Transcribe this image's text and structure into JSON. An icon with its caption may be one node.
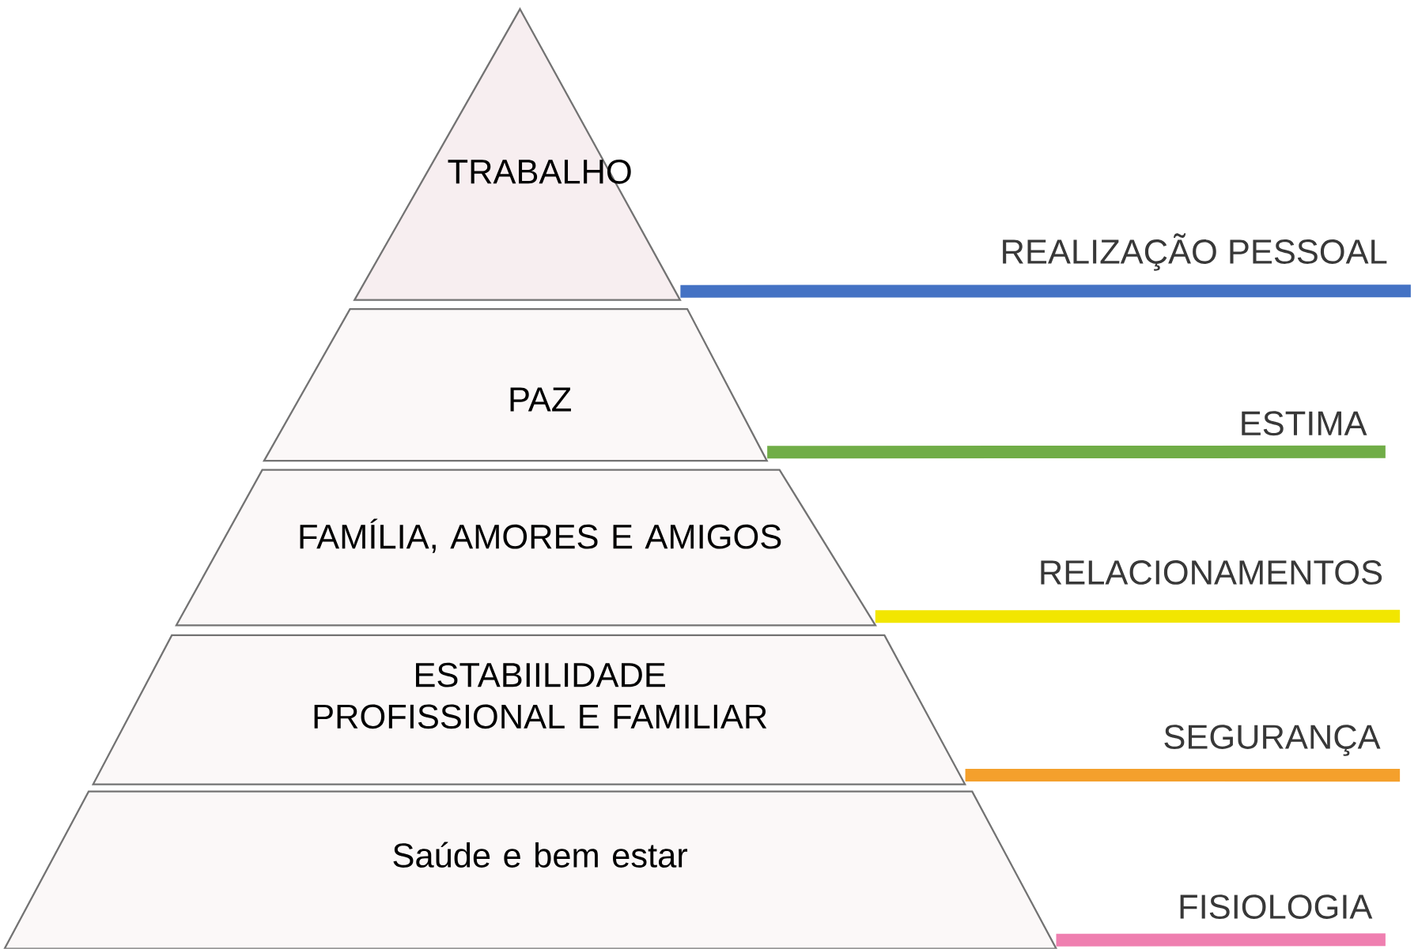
{
  "diagram": {
    "nodes": [
      {
        "text": [
          "TRABALHO"
        ]
      },
      {
        "text": [
          "PAZ"
        ]
      },
      {
        "text": [
          "FAMÍLIA, AMORES E AMIGOS"
        ]
      },
      {
        "text": [
          "ESTABIILIDADE PROFISSIONAL E FAMILIAR"
        ]
      },
      {
        "text": [
          "Saúde e bem estar"
        ]
      },
      {
        "text": [
          "REALIZAÇÃO PESSOAL"
        ]
      },
      {
        "text": [
          "ESTIMA"
        ]
      },
      {
        "text": [
          "RELACIONAMENTOS"
        ]
      },
      {
        "text": [
          "SEGURANÇA"
        ]
      },
      {
        "text": [
          "FISIOLOGIA"
        ]
      }
    ],
    "edges": [
      {
        "from": 0,
        "to": 5,
        "arrow": "none",
        "color": "#4472c4"
      },
      {
        "from": 1,
        "to": 6,
        "arrow": "none",
        "color": "#70ad47"
      },
      {
        "from": 2,
        "to": 7,
        "arrow": "none",
        "color": "#f2e600"
      },
      {
        "from": 3,
        "to": 8,
        "arrow": "none",
        "color": "#f4a02c"
      },
      {
        "from": 4,
        "to": 9,
        "arrow": "none",
        "color": "#ef7fb0"
      }
    ]
  }
}
